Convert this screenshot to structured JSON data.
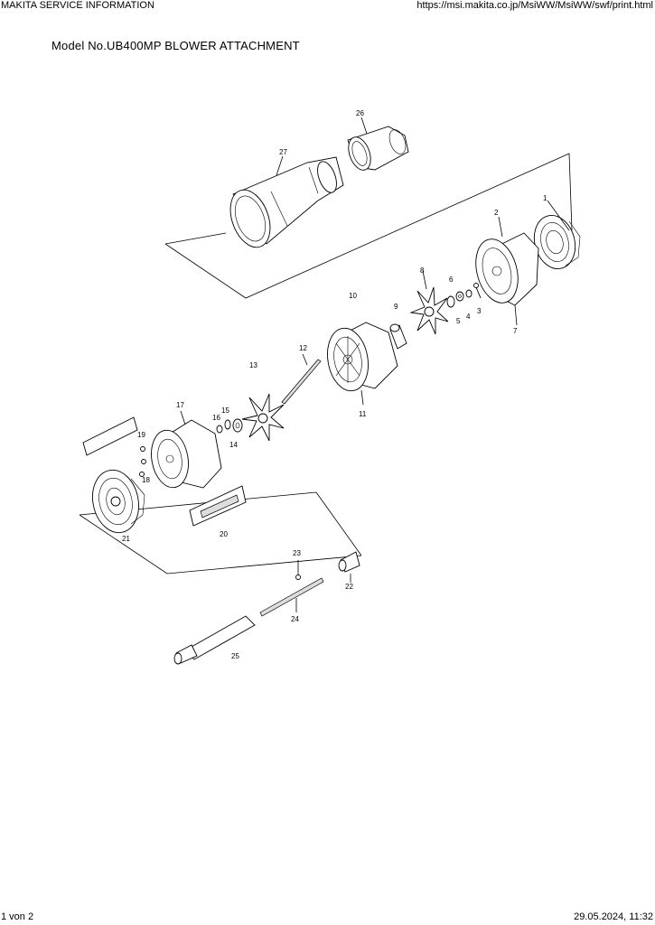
{
  "header": {
    "left": "MAKITA SERVICE INFORMATION",
    "right": "https://msi.makita.co.jp/MsiWW/MsiWW/swf/print.html"
  },
  "title": "Model No.UB400MP BLOWER ATTACHMENT",
  "footer": {
    "page": "1 von 2",
    "datetime": "29.05.2024, 11:32"
  },
  "parts": {
    "p1": "1",
    "p2": "2",
    "p3": "3",
    "p4": "4",
    "p5": "5",
    "p6": "6",
    "p7": "7",
    "p8": "8",
    "p9": "9",
    "p10": "10",
    "p11": "11",
    "p12": "12",
    "p13": "13",
    "p14": "14",
    "p15": "15",
    "p16": "16",
    "p17": "17",
    "p18": "18",
    "p19": "19",
    "p20": "20",
    "p21": "21",
    "p22": "22",
    "p23": "23",
    "p24": "24",
    "p25": "25",
    "p26": "26",
    "p27": "27"
  }
}
